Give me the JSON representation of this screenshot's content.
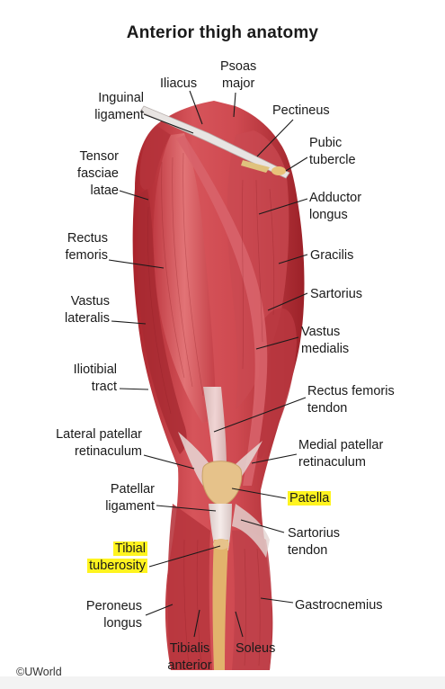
{
  "title": "Anterior thigh anatomy",
  "credit": "©UWorld",
  "labels": {
    "iliacus": "Iliacus",
    "psoas_1": "Psoas",
    "psoas_2": "major",
    "inguinal_1": "Inguinal",
    "inguinal_2": "ligament",
    "pectineus": "Pectineus",
    "pubic_1": "Pubic",
    "pubic_2": "tubercle",
    "tensor_1": "Tensor",
    "tensor_2": "fasciae",
    "tensor_3": "latae",
    "adductor_1": "Adductor",
    "adductor_2": "longus",
    "rectus_1": "Rectus",
    "rectus_2": "femoris",
    "gracilis": "Gracilis",
    "sartorius": "Sartorius",
    "vlat_1": "Vastus",
    "vlat_2": "lateralis",
    "vmed_1": "Vastus",
    "vmed_2": "medialis",
    "ilio_1": "Iliotibial",
    "ilio_2": "tract",
    "rft_1": "Rectus femoris",
    "rft_2": "tendon",
    "lpr_1": "Lateral patellar",
    "lpr_2": "retinaculum",
    "mpr_1": "Medial patellar",
    "mpr_2": "retinaculum",
    "patellar_lig_1": "Patellar",
    "patellar_lig_2": "ligament",
    "patella": "Patella",
    "tib_tub_1": "Tibial",
    "tib_tub_2": "tuberosity",
    "sart_tendon_1": "Sartorius",
    "sart_tendon_2": "tendon",
    "peroneus_1": "Peroneus",
    "peroneus_2": "longus",
    "gastrocnemius": "Gastrocnemius",
    "tibialis_1": "Tibialis",
    "tibialis_2": "anterior",
    "soleus": "Soleus"
  },
  "highlight_color": "#fff41f",
  "highlighted_terms": [
    "Patella",
    "Tibial tuberosity"
  ]
}
